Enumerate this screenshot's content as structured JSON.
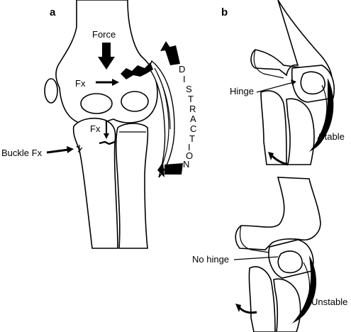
{
  "panels": {
    "a": "a",
    "b": "b"
  },
  "labels": {
    "force": "Force",
    "fx_upper": "Fx",
    "fx_lower": "Fx",
    "buckle_fx": "Buckle Fx",
    "distraction": [
      "D",
      "I",
      "S",
      "T",
      "R",
      "A",
      "C",
      "T",
      "I",
      "O",
      "N"
    ],
    "hinge": "Hinge",
    "stable": "Stable",
    "no_hinge": "No hinge",
    "unstable": "Unstable"
  }
}
